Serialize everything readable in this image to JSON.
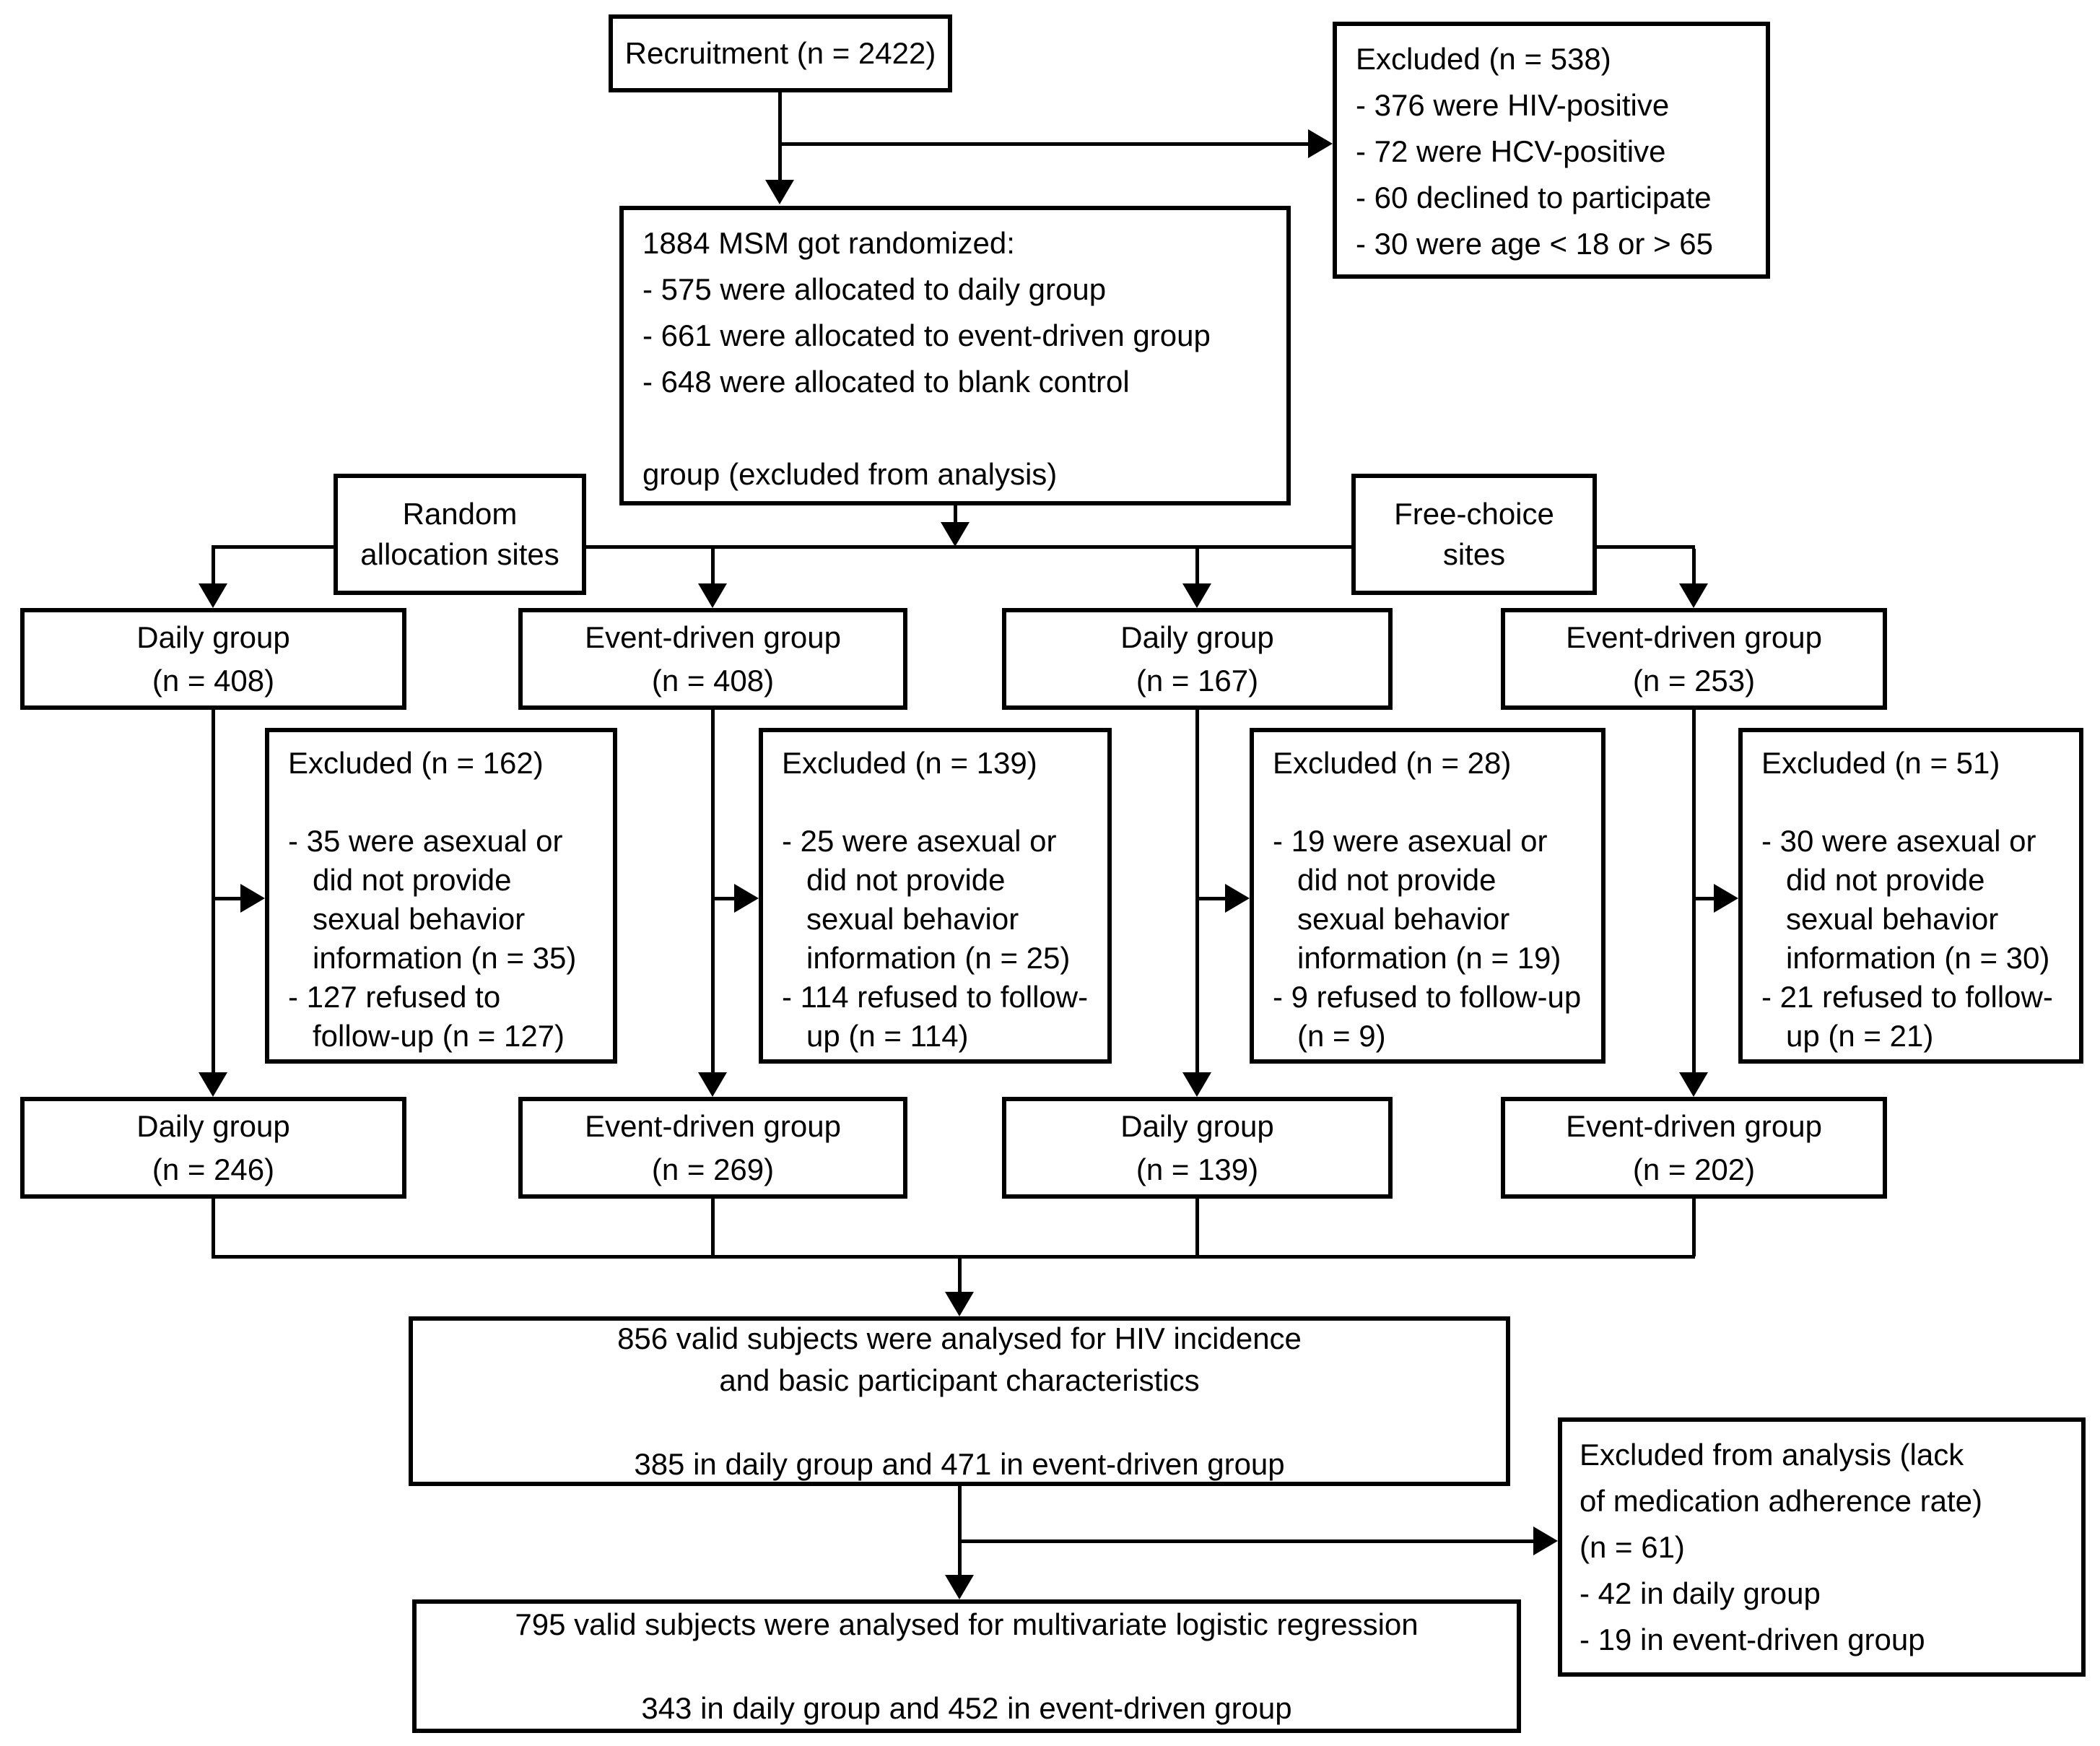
{
  "figure": {
    "background_color": "#ffffff",
    "line_color": "#000000",
    "text_color": "#000000"
  },
  "nodes": {
    "recruitment": {
      "label": "Recruitment (n = 2422)"
    },
    "initial_exclusion": {
      "title": "Excluded (n = 538)",
      "items": [
        "- 376 were HIV-positive",
        "- 72 were HCV-positive",
        "- 60 declined to participate",
        "- 30 were age < 18 or > 65"
      ]
    },
    "randomization": {
      "title": "1884 MSM got randomized:",
      "items": [
        "- 575 were allocated to daily group",
        "- 661 were allocated to event-driven group",
        "- 648 were allocated to blank control"
      ],
      "continuation": "group (excluded from analysis)"
    },
    "random_allocation_label": {
      "line1": "Random",
      "line2": "allocation sites"
    },
    "free_choice_label": {
      "line1": "Free-choice",
      "line2": "sites"
    },
    "arm_daily_408": {
      "line1": "Daily group",
      "line2": "(n = 408)"
    },
    "arm_event_408": {
      "line1": "Event-driven group",
      "line2": "(n = 408)"
    },
    "arm_daily_167": {
      "line1": "Daily group",
      "line2": "(n = 167)"
    },
    "arm_event_253": {
      "line1": "Event-driven group",
      "line2": "(n = 253)"
    },
    "exclusion_162": {
      "title": "Excluded (n = 162)",
      "items": [
        "- 35 were asexual or did not provide sexual behavior information (n = 35)",
        "- 127 refused to follow-up (n = 127)"
      ]
    },
    "exclusion_139": {
      "title": "Excluded (n = 139)",
      "items": [
        "- 25 were asexual or did not provide sexual behavior information (n = 25)",
        "- 114 refused to follow-up (n = 114)"
      ]
    },
    "exclusion_28": {
      "title": "Excluded (n = 28)",
      "items": [
        "- 19 were asexual or did not provide sexual behavior information (n = 19)",
        "- 9 refused to follow-up (n = 9)"
      ]
    },
    "exclusion_51": {
      "title": "Excluded (n = 51)",
      "items": [
        "- 30 were asexual or did not provide sexual behavior information (n = 30)",
        "- 21 refused to follow-up (n = 21)"
      ]
    },
    "arm_daily_246": {
      "line1": "Daily group",
      "line2": "(n = 246)"
    },
    "arm_event_269": {
      "line1": "Event-driven group",
      "line2": "(n = 269)"
    },
    "arm_daily_139": {
      "line1": "Daily group",
      "line2": "(n = 139)"
    },
    "arm_event_202": {
      "line1": "Event-driven group",
      "line2": "(n = 202)"
    },
    "hiv_incidence_analysis": {
      "line1": "856 valid subjects were analysed for HIV incidence",
      "line2": "and basic participant characteristics",
      "summary": "385 in daily group and 471 in event-driven group"
    },
    "adherence_exclusion": {
      "lines": [
        "Excluded from analysis (lack",
        "of medication adherence rate)",
        "(n = 61)",
        "- 42 in daily group",
        "- 19 in event-driven group"
      ]
    },
    "regression_analysis": {
      "line1": "795 valid subjects were analysed for multivariate logistic regression",
      "line2": "343 in daily group and 452 in event-driven group"
    }
  }
}
